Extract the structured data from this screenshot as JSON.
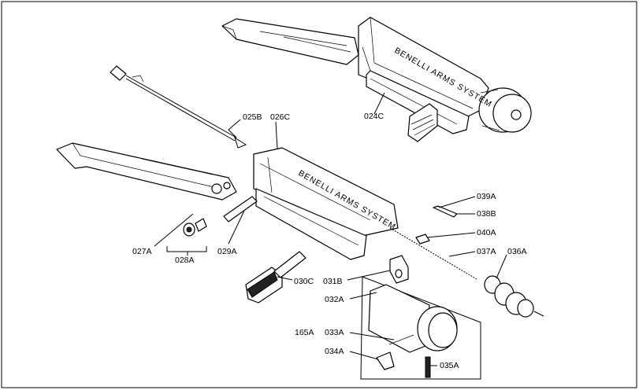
{
  "diagram": {
    "parts": [
      {
        "id": "p024c",
        "label": "024C"
      },
      {
        "id": "p025b",
        "label": "025B"
      },
      {
        "id": "p026c",
        "label": "026C"
      },
      {
        "id": "p027a",
        "label": "027A"
      },
      {
        "id": "p028a",
        "label": "028A"
      },
      {
        "id": "p029a",
        "label": "029A"
      },
      {
        "id": "p030c",
        "label": "030C"
      },
      {
        "id": "p031b",
        "label": "031B"
      },
      {
        "id": "p032a",
        "label": "032A"
      },
      {
        "id": "p033a",
        "label": "033A"
      },
      {
        "id": "p034a",
        "label": "034A"
      },
      {
        "id": "p035a",
        "label": "035A"
      },
      {
        "id": "p036a",
        "label": "036A"
      },
      {
        "id": "p037a",
        "label": "037A"
      },
      {
        "id": "p038b",
        "label": "038B"
      },
      {
        "id": "p039a",
        "label": "039A"
      },
      {
        "id": "p040a",
        "label": "040A"
      },
      {
        "id": "p165a",
        "label": "165A"
      }
    ],
    "engravings": {
      "upper_bolt": "BENELLI ARMS SYSTEM",
      "lower_bolt": "BENELLI ARMS SYSTEM"
    }
  }
}
